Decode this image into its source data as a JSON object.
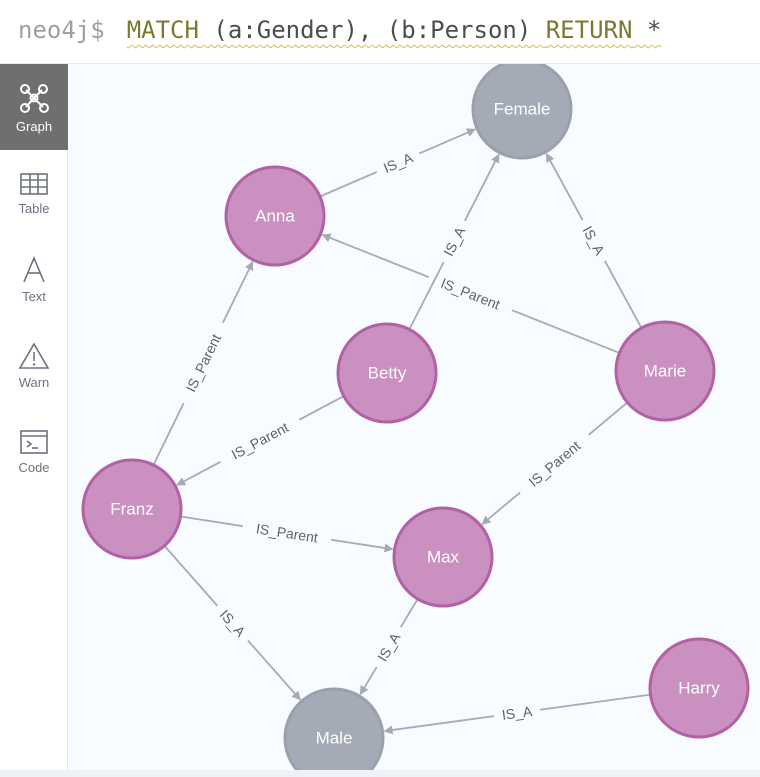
{
  "query": {
    "prompt": "neo4j$",
    "keyword_match": "MATCH",
    "pattern": " (a:Gender), (b:Person) ",
    "keyword_return": "RETURN",
    "tail": " *"
  },
  "sidebar": {
    "items": [
      {
        "label": "Graph",
        "icon": "graph-icon",
        "active": true
      },
      {
        "label": "Table",
        "icon": "table-icon",
        "active": false
      },
      {
        "label": "Text",
        "icon": "text-icon",
        "active": false
      },
      {
        "label": "Warn",
        "icon": "warning-icon",
        "active": false
      },
      {
        "label": "Code",
        "icon": "code-icon",
        "active": false
      }
    ]
  },
  "colors": {
    "person_fill": "#c990c0",
    "person_stroke": "#b261a5",
    "gender_fill": "#a5abb6",
    "gender_stroke": "#9aa1ac",
    "relationship": "#a5abb6",
    "active_tab": "#6f6f6f"
  },
  "graph": {
    "nodes": [
      {
        "id": "female",
        "label": "Female",
        "kind": "gender"
      },
      {
        "id": "anna",
        "label": "Anna",
        "kind": "person"
      },
      {
        "id": "betty",
        "label": "Betty",
        "kind": "person"
      },
      {
        "id": "marie",
        "label": "Marie",
        "kind": "person"
      },
      {
        "id": "franz",
        "label": "Franz",
        "kind": "person"
      },
      {
        "id": "max",
        "label": "Max",
        "kind": "person"
      },
      {
        "id": "harry",
        "label": "Harry",
        "kind": "person"
      },
      {
        "id": "male",
        "label": "Male",
        "kind": "gender"
      }
    ],
    "relationships": [
      {
        "from": "anna",
        "to": "female",
        "type": "IS_A"
      },
      {
        "from": "betty",
        "to": "female",
        "type": "IS_A"
      },
      {
        "from": "marie",
        "to": "female",
        "type": "IS_A"
      },
      {
        "from": "marie",
        "to": "anna",
        "type": "IS_Parent"
      },
      {
        "from": "franz",
        "to": "anna",
        "type": "IS_Parent"
      },
      {
        "from": "betty",
        "to": "franz",
        "type": "IS_Parent"
      },
      {
        "from": "franz",
        "to": "max",
        "type": "IS_Parent"
      },
      {
        "from": "marie",
        "to": "max",
        "type": "IS_Parent"
      },
      {
        "from": "franz",
        "to": "male",
        "type": "IS_A"
      },
      {
        "from": "max",
        "to": "male",
        "type": "IS_A"
      },
      {
        "from": "harry",
        "to": "male",
        "type": "IS_A"
      }
    ]
  }
}
